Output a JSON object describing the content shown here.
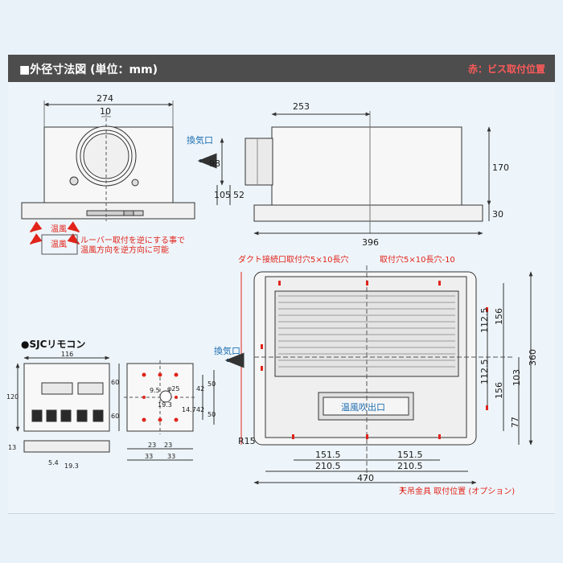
{
  "header": {
    "title": "■外径寸法図 (単位：mm)",
    "note": "赤：ビス取付位置"
  },
  "front_view": {
    "width_label": "274",
    "center_offset_label": "10",
    "warm_air_label_1": "温風",
    "warm_air_label_2": "温風",
    "louver_note_line1": "ルーバー取付を逆にする事で",
    "louver_note_line2": "温風方向を逆方向に可能"
  },
  "side_view": {
    "width_label": "253",
    "height_label": "170",
    "duct_height_label": "98",
    "duct_bottom_label": "105",
    "base_label": "52",
    "foot_label": "30",
    "total_label": "396",
    "exhaust_label": "換気口"
  },
  "top_view": {
    "duct_hole_label": "ダクト接続口取付穴5×10長穴",
    "mount_hole_label": "取付穴5×10長穴-10",
    "exhaust_label": "換気口",
    "outlet_label": "温風吹出口",
    "dim_112_5_a": "112.5",
    "dim_156_a": "156",
    "dim_112_5_b": "112.5",
    "dim_156_b": "156",
    "dim_360": "360",
    "dim_103": "103",
    "dim_77": "77",
    "radius_label": "R15",
    "dim_151_5_left": "151.5",
    "dim_151_5_right": "151.5",
    "dim_210_5_left": "210.5",
    "dim_210_5_right": "210.5",
    "dim_470": "470",
    "hanger_label": "天吊金具 取付位置 (オプション)"
  },
  "remote": {
    "title": "●SJCリモコン",
    "width_label": "116",
    "height_label": "120",
    "depth_label": "13",
    "dim_54": "5.4",
    "dim_193_bottom": "19.3",
    "back_60_top": "60",
    "back_60_bottom": "60",
    "back_42_top": "42",
    "back_50_top": "50",
    "back_42_bottom": "42",
    "back_50_bottom": "50",
    "back_95": "9.5",
    "back_phi25": "φ25",
    "back_147": "14.7",
    "back_193": "19.3",
    "back_23_left": "23",
    "back_23_right": "23",
    "back_33_left": "33",
    "back_33_right": "33"
  },
  "colors": {
    "header_bg": "#4d4d4d",
    "note_red": "#ff5a5a",
    "mark_red": "#e1231a",
    "arrow_blue": "#1f6fb2"
  }
}
